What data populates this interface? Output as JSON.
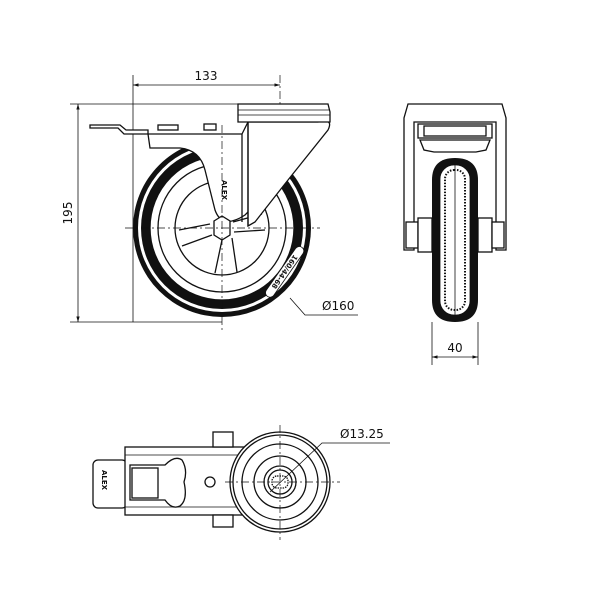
{
  "title": "Swivel castor with brake – technical drawing",
  "dimensions": {
    "offset": "133",
    "height": "195",
    "wheel_diameter": "Ø160",
    "wheel_width": "40",
    "bolt_hole": "Ø13.25"
  },
  "markings": {
    "brand": "ALEX",
    "tire_code": "160/44-68"
  },
  "colors": {
    "line": "#111111",
    "background": "#ffffff"
  }
}
